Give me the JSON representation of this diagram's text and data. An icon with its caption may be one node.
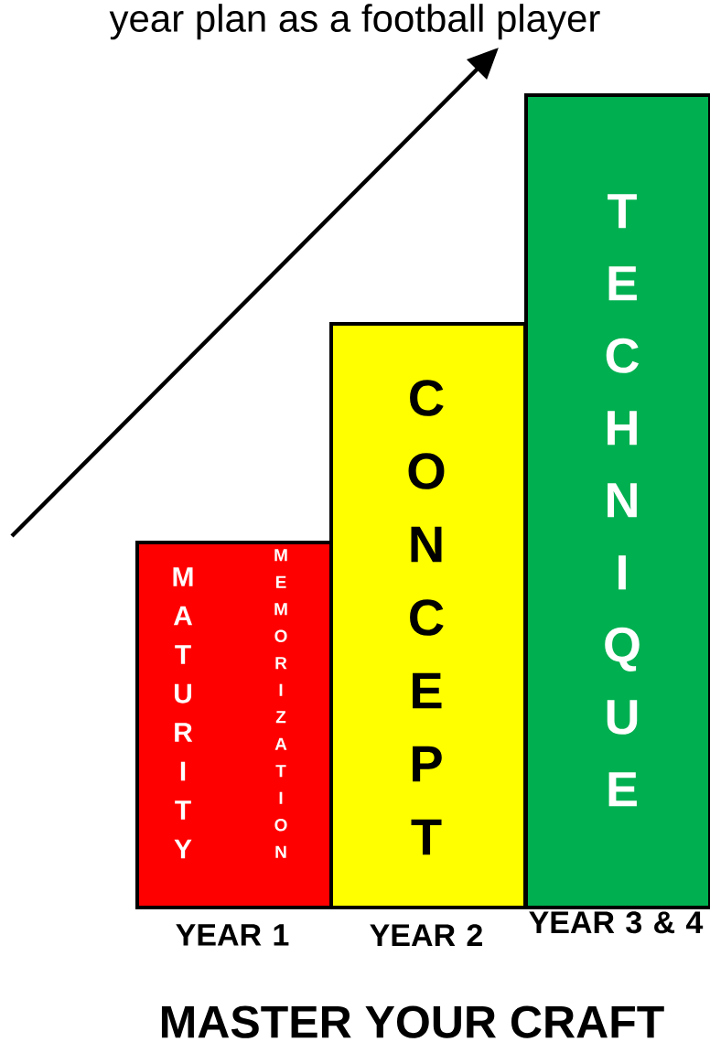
{
  "diagram": {
    "title": "year plan as a football player",
    "caption": "MASTER YOUR CRAFT",
    "nodes": [
      {
        "text": [
          "M A T U R I T Y",
          "M E M O R I Z A T I O N"
        ],
        "beside": [
          "YEAR 1"
        ]
      },
      {
        "text": [
          "C O N C E P T"
        ],
        "beside": [
          "YEAR 2"
        ]
      },
      {
        "text": [
          "T E C H N I Q U E"
        ],
        "beside": [
          "YEAR 3 & 4"
        ]
      }
    ]
  }
}
